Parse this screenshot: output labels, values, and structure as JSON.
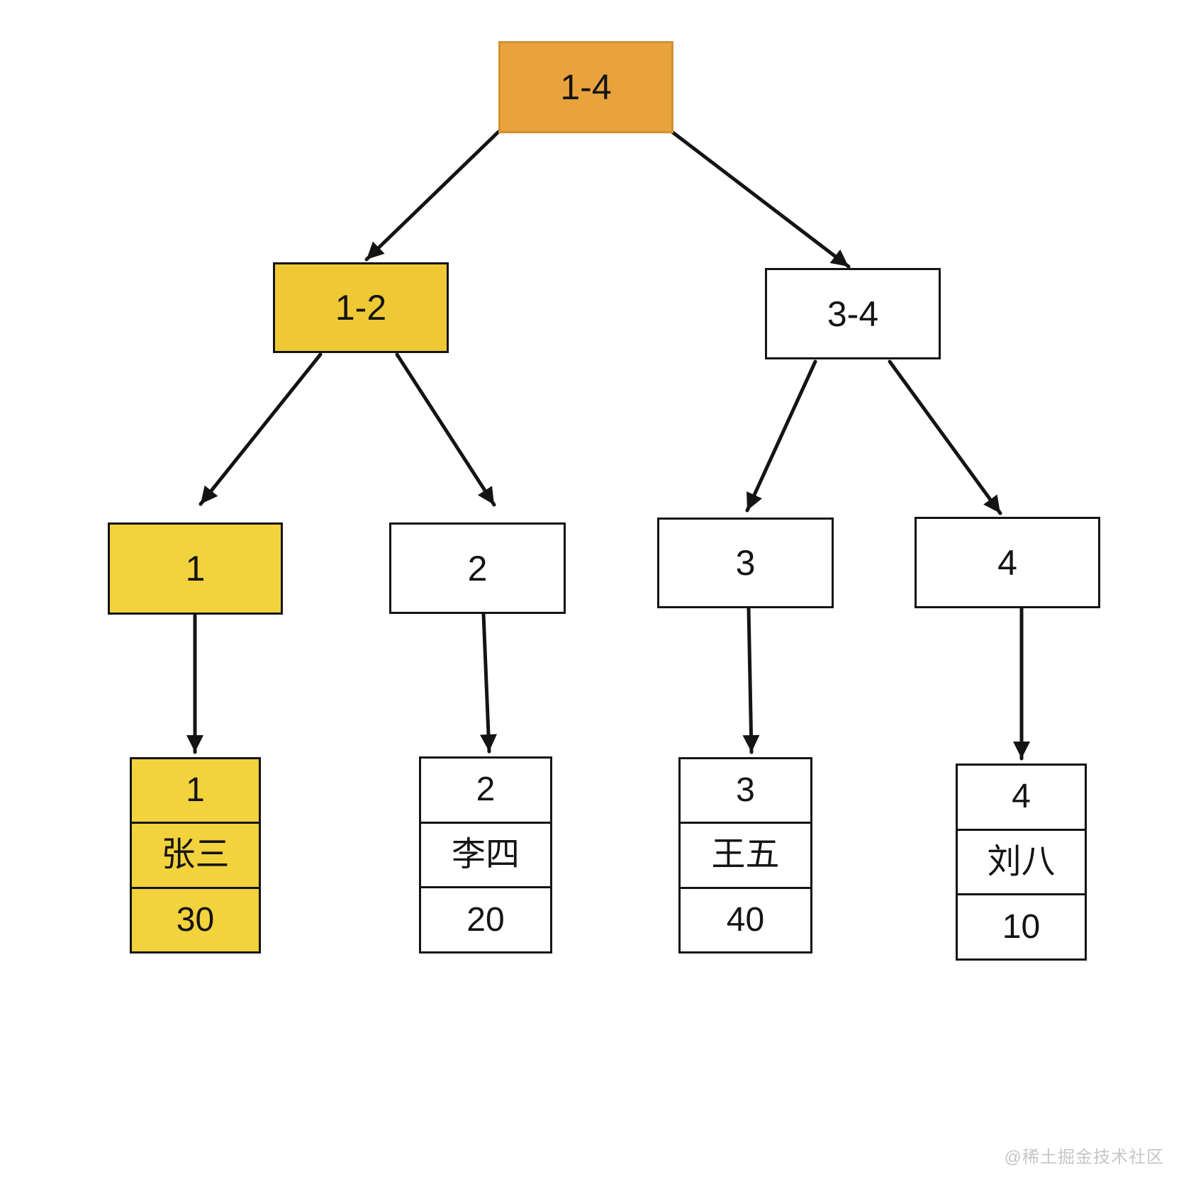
{
  "diagram_title": "segment-tree-with-records",
  "nodes": {
    "root": {
      "label": "1-4"
    },
    "left": {
      "label": "1-2"
    },
    "right": {
      "label": "3-4"
    },
    "leaf1": {
      "label": "1"
    },
    "leaf2": {
      "label": "2"
    },
    "leaf3": {
      "label": "3"
    },
    "leaf4": {
      "label": "4"
    }
  },
  "records": [
    {
      "id": "1",
      "name": "张三",
      "value": "30"
    },
    {
      "id": "2",
      "name": "李四",
      "value": "20"
    },
    {
      "id": "3",
      "name": "王五",
      "value": "40"
    },
    {
      "id": "4",
      "name": "刘八",
      "value": "10"
    }
  ],
  "colors": {
    "root_fill": "#E8A33D",
    "root_border": "#CF9232",
    "mid_fill": "#EFC935",
    "leaf_fill": "#F2D23D",
    "line_color": "#141414",
    "watermark_color": "#C6C6C6"
  },
  "watermark": "@稀土掘金技术社区"
}
